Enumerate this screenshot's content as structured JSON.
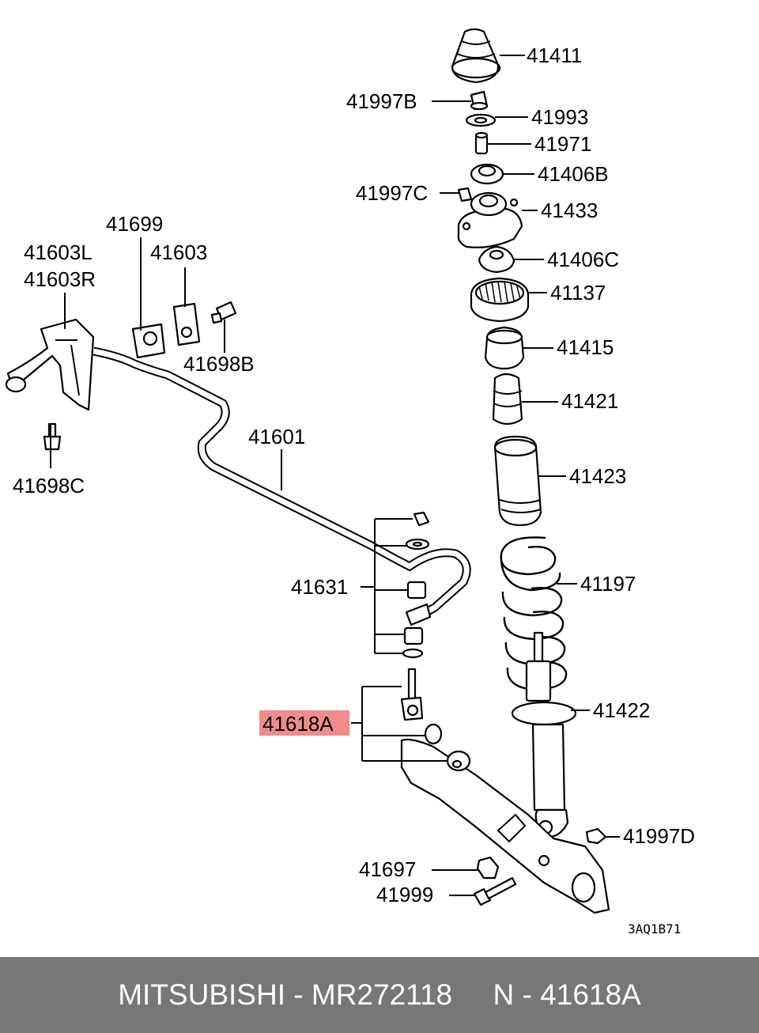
{
  "diagram": {
    "code": "3AQ1B71",
    "highlight_color": "#f08c8c",
    "labels": {
      "p41411": "41411",
      "p41997B": "41997B",
      "p41993": "41993",
      "p41971": "41971",
      "p41406B": "41406B",
      "p41997C": "41997C",
      "p41433": "41433",
      "p41406C": "41406C",
      "p41137": "41137",
      "p41415": "41415",
      "p41421": "41421",
      "p41423": "41423",
      "p41197": "41197",
      "p41422": "41422",
      "p41997D": "41997D",
      "p41697": "41697",
      "p41999": "41999",
      "p41699": "41699",
      "p41603": "41603",
      "p41603L": "41603L",
      "p41603R": "41603R",
      "p41698B": "41698B",
      "p41698C": "41698C",
      "p41601": "41601",
      "p41631": "41631",
      "p41618A": "41618A"
    }
  },
  "footer": {
    "brand": "MITSUBISHI",
    "sep1": " - ",
    "part_number": "MR272118",
    "gap": "     ",
    "prefix": "N",
    "sep2": " - ",
    "ref": "41618A"
  }
}
